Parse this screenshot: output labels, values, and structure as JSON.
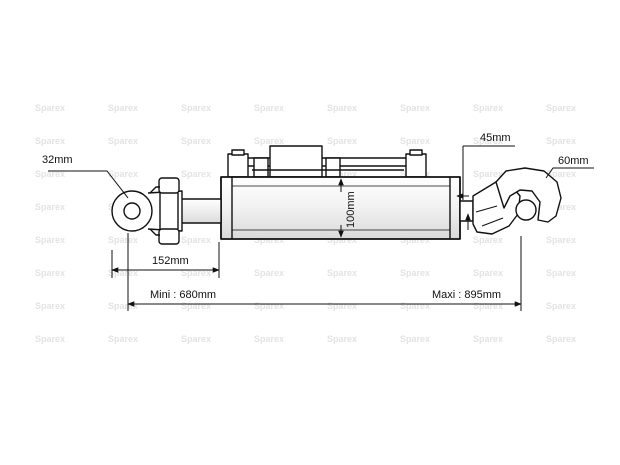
{
  "diagram": {
    "labels": {
      "pin_diameter_left": "32mm",
      "eye_length": "152mm",
      "cylinder_diameter": "100mm",
      "hook_width": "45mm",
      "hook_diameter": "60mm",
      "length_min": "Mini : 680mm",
      "length_max": "Maxi : 895mm"
    },
    "watermark": {
      "text": "Sparex",
      "color": "#e3e3e3"
    },
    "line_color": "#111111"
  }
}
